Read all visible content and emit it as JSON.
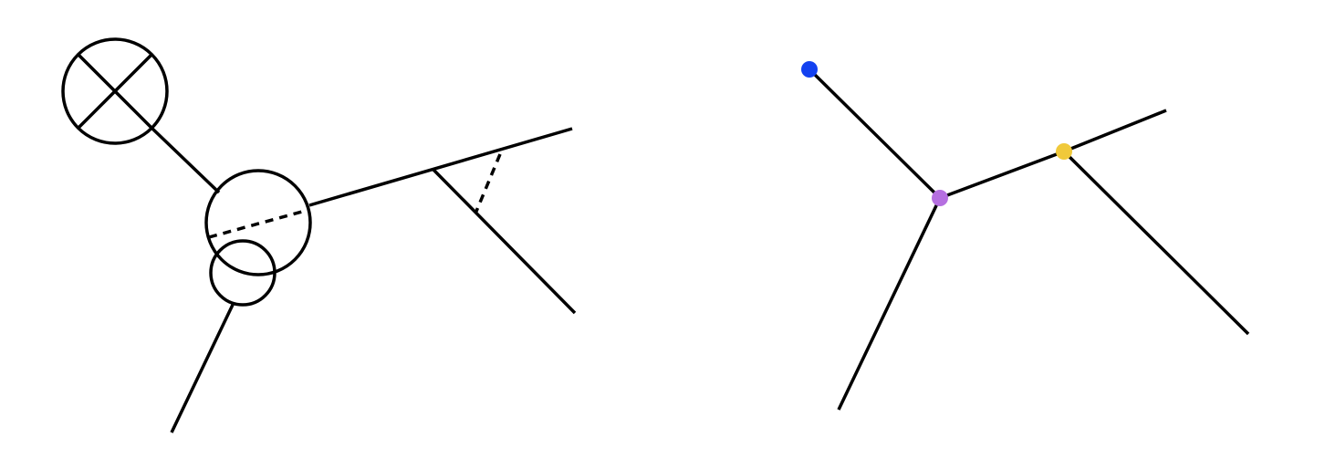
{
  "figure": {
    "line_color": "#000000",
    "background": "#ffffff",
    "left_diagram": {
      "description_elements": [
        "crossed-circle-vertex",
        "large-circle-vertex",
        "small-circle-vertex",
        "dashed-propagator",
        "dashed-triangle-line"
      ]
    },
    "right_diagram": {
      "vertex_colors": {
        "top_left_endpoint": "#1341f0",
        "center_vertex": "#b56fe0",
        "right_vertex": "#f0c93a"
      }
    }
  }
}
